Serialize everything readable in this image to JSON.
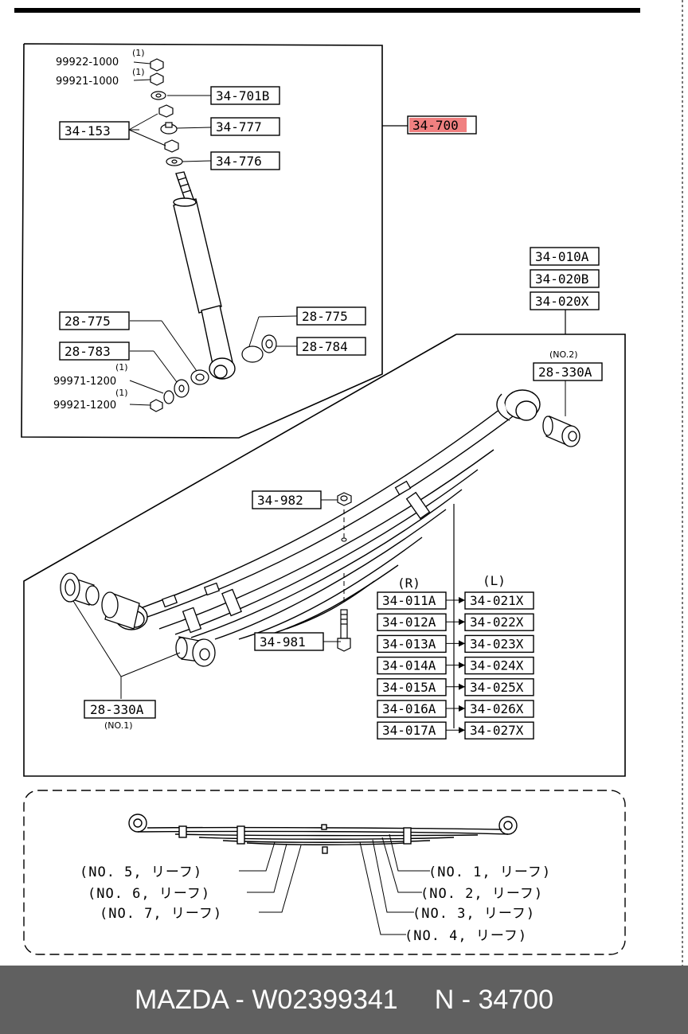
{
  "shock_labels": {
    "nut1": "99922-1000",
    "nut2": "99921-1000",
    "q1": "(1)",
    "q2": "(1)",
    "p701b": "34-701B",
    "p153": "34-153",
    "p777": "34-777",
    "p776": "34-776",
    "p700": "34-700",
    "l775": "28-775",
    "l783": "28-783",
    "w1200": "99971-1200",
    "n1200": "99921-1200",
    "q3": "(1)",
    "q4": "(1)",
    "r775": "28-775",
    "r784": "28-784"
  },
  "spring_labels": {
    "p010a": "34-010A",
    "p020b": "34-020B",
    "p020x": "34-020X",
    "no2": "(NO.2)",
    "p330a_top": "28-330A",
    "p982": "34-982",
    "p981": "34-981",
    "p330a_bottom": "28-330A",
    "no1": "(NO.1)",
    "r_header": "(R)",
    "l_header": "(L)",
    "right_parts": [
      "34-011A",
      "34-012A",
      "34-013A",
      "34-014A",
      "34-015A",
      "34-016A",
      "34-017A"
    ],
    "left_parts": [
      "34-021X",
      "34-022X",
      "34-023X",
      "34-024X",
      "34-025X",
      "34-026X",
      "34-027X"
    ]
  },
  "leaf_labels": {
    "no1": "(NO. 1, リーフ)",
    "no2": "(NO. 2, リーフ)",
    "no3": "(NO. 3, リーフ)",
    "no4": "(NO. 4, リーフ)",
    "no5": "(NO. 5, リーフ)",
    "no6": "(NO. 6, リーフ)",
    "no7": "(NO. 7, リーフ)"
  },
  "footer": {
    "brand_code": "MAZDA - W02399341",
    "part_number": "N - 34700"
  },
  "colors": {
    "highlight": "#f08080",
    "footer_bg": "#606060"
  }
}
